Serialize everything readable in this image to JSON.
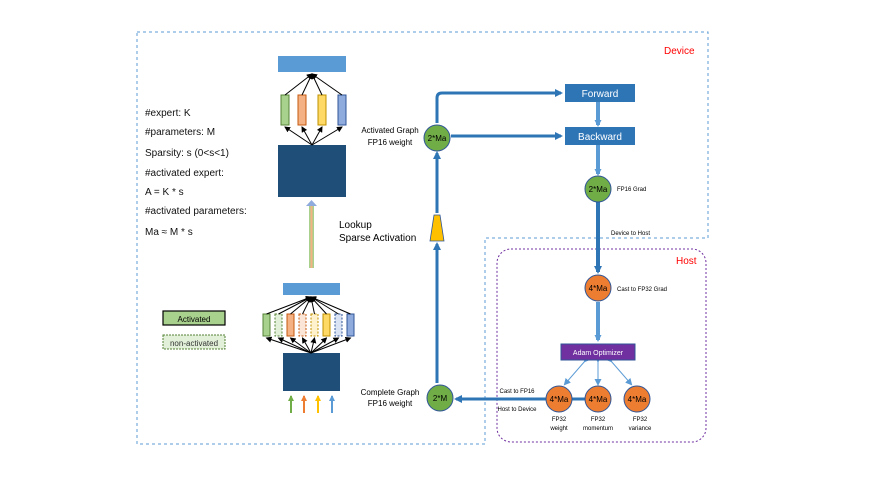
{
  "device": {
    "label": "Device"
  },
  "host": {
    "label": "Host"
  },
  "params": {
    "line1": "#expert: K",
    "line2": "#parameters: M",
    "line3": "Sparsity: s (0<s<1)",
    "line4": "#activated expert:",
    "line5": "A = K * s",
    "line6": "#activated parameters:",
    "line7": "Ma ≈ M * s"
  },
  "legend": {
    "activated": "Activated",
    "non_activated": "non-activated"
  },
  "lookup": {
    "line1": "Lookup",
    "line2": "Sparse Activation"
  },
  "activated_graph": {
    "line1": "Activated Graph",
    "line2": "FP16 weight",
    "node": "2*Ma"
  },
  "complete_graph": {
    "line1": "Complete Graph",
    "line2": "FP16 weight",
    "node": "2*M"
  },
  "forward": "Forward",
  "backward": "Backward",
  "grad_node": "2*Ma",
  "grad_label": "FP16 Grad",
  "device_to_host": "Device to Host",
  "cast32_node": "4*Ma",
  "cast32_label": "Cast to FP32 Grad",
  "adam": "Adam Optimizer",
  "fp32_nodes": [
    {
      "node": "4*Ma",
      "label1": "FP32",
      "label2": "weight"
    },
    {
      "node": "4*Ma",
      "label1": "FP32",
      "label2": "momentum"
    },
    {
      "node": "4*Ma",
      "label1": "FP32",
      "label2": "variance"
    }
  ],
  "cast16": "Cast to FP16",
  "host_to_device": "Host to Device",
  "colors": {
    "blue_box": "#2e75b6",
    "dark_box": "#1f4e79",
    "top_bar": "#5b9bd5",
    "green_node": "#70ad47",
    "orange_node": "#ed7d31",
    "purple": "#7030a0",
    "gold": "#ffc000",
    "red_label": "#ff0000"
  }
}
